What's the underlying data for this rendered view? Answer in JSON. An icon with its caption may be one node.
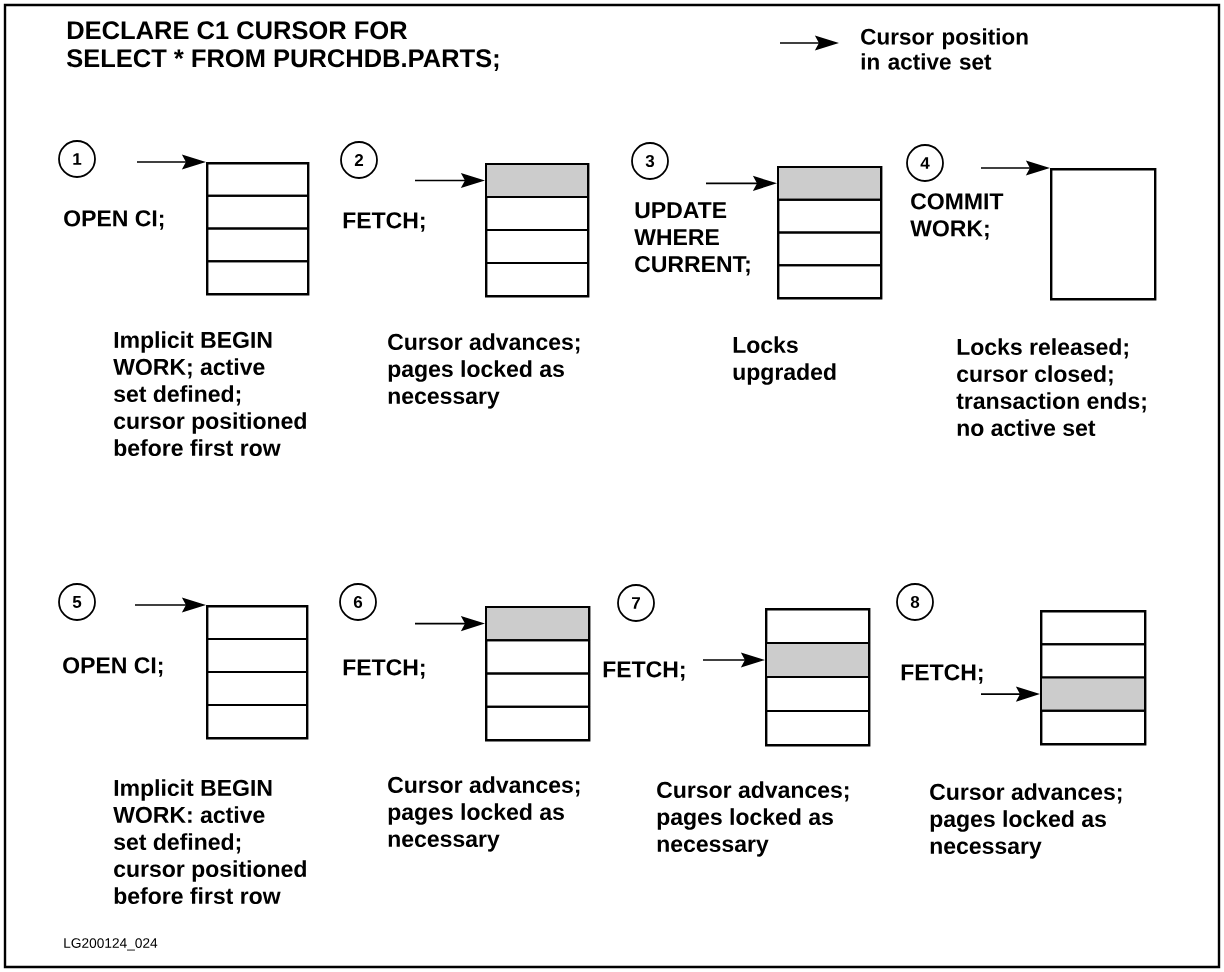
{
  "diagram": {
    "title": "DECLARE C1 CURSOR FOR SELECT * FROM PURCHDB.PARTS;",
    "nodes": [
      {
        "text": [
          "1"
        ]
      },
      {
        "text": [],
        "shape": "box",
        "beside": [
          "Implicit BEGIN WORK; active set defined; cursor positioned before first row"
        ]
      },
      {
        "text": [],
        "shape": "box",
        "in": 1
      },
      {
        "text": [],
        "shape": "box",
        "in": 1
      },
      {
        "text": [],
        "shape": "box",
        "in": 1
      },
      {
        "text": [],
        "shape": "box",
        "in": 1
      },
      {
        "text": [
          "2"
        ]
      },
      {
        "text": [],
        "shape": "box",
        "beside": [
          "Cursor advances; pages locked as necessary"
        ]
      },
      {
        "text": [],
        "shape": "box",
        "in": 7
      },
      {
        "text": [],
        "shape": "box",
        "in": 7
      },
      {
        "text": [],
        "shape": "box",
        "in": 7
      },
      {
        "text": [],
        "shape": "box",
        "in": 7
      },
      {
        "text": [
          "3"
        ]
      },
      {
        "text": [],
        "shape": "box",
        "beside": [
          "Locks upgraded"
        ]
      },
      {
        "text": [],
        "shape": "box",
        "in": 13
      },
      {
        "text": [],
        "shape": "box",
        "in": 13
      },
      {
        "text": [],
        "shape": "box",
        "in": 13
      },
      {
        "text": [],
        "shape": "box",
        "in": 13
      },
      {
        "text": [
          "4"
        ]
      },
      {
        "text": [],
        "shape": "box",
        "beside": [
          "Locks released; cursor closed; transaction ends; no active set"
        ]
      },
      {
        "text": [
          "5"
        ]
      },
      {
        "text": [],
        "shape": "box",
        "beside": [
          "Implicit BEGIN WORK: active set defined; cursor positioned before first row"
        ]
      },
      {
        "text": [],
        "shape": "box",
        "in": 21
      },
      {
        "text": [],
        "shape": "box",
        "in": 21
      },
      {
        "text": [],
        "shape": "box",
        "in": 21
      },
      {
        "text": [],
        "shape": "box",
        "in": 21
      },
      {
        "text": [
          "6"
        ]
      },
      {
        "text": [],
        "shape": "box",
        "beside": [
          "Cursor advances; pages locked as necessary"
        ]
      },
      {
        "text": [],
        "shape": "box",
        "in": 27
      },
      {
        "text": [],
        "shape": "box",
        "in": 27
      },
      {
        "text": [],
        "shape": "box",
        "in": 27
      },
      {
        "text": [],
        "shape": "box",
        "in": 27
      },
      {
        "text": [
          "7"
        ]
      },
      {
        "text": [],
        "shape": "box",
        "beside": [
          "Cursor advances; pages locked as necessary"
        ]
      },
      {
        "text": [],
        "shape": "box",
        "in": 33
      },
      {
        "text": [],
        "shape": "box",
        "in": 33
      },
      {
        "text": [],
        "shape": "box",
        "in": 33
      },
      {
        "text": [],
        "shape": "box",
        "in": 33
      },
      {
        "text": [
          "8"
        ]
      },
      {
        "text": [],
        "shape": "box",
        "beside": [
          "Cursor advances; pages locked as necessary"
        ]
      },
      {
        "text": [],
        "shape": "box",
        "in": 39
      },
      {
        "text": [],
        "shape": "box",
        "in": 39
      },
      {
        "text": [],
        "shape": "box",
        "in": 39
      },
      {
        "text": [],
        "shape": "box",
        "in": 39
      }
    ],
    "edges": [
      {
        "from": null,
        "to": 1,
        "arrow": "to"
      },
      {
        "from": null,
        "to": 8,
        "arrow": "to"
      },
      {
        "from": null,
        "to": 14,
        "arrow": "to"
      },
      {
        "from": null,
        "to": 19,
        "arrow": "to"
      },
      {
        "from": null,
        "to": 21,
        "arrow": "to"
      },
      {
        "from": null,
        "to": 28,
        "arrow": "to"
      },
      {
        "from": null,
        "to": 35,
        "arrow": "to"
      },
      {
        "from": null,
        "to": 42,
        "arrow": "to"
      }
    ],
    "labels": [
      "OPEN CI;",
      "FETCH;",
      "UPDATE WHERE CURRENT;",
      "COMMIT WORK;",
      "OPEN CI;",
      "FETCH;",
      "FETCH;",
      "FETCH;",
      "LG200124_024"
    ],
    "legend": [
      {
        "text": "Cursor position in active set"
      }
    ]
  }
}
